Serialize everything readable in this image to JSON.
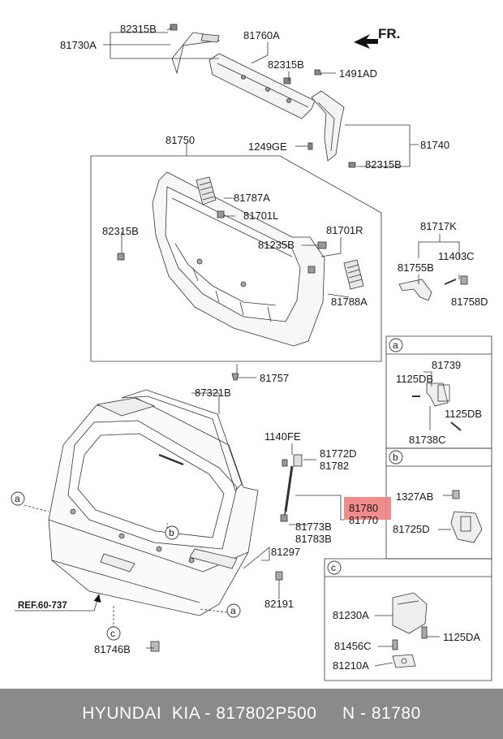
{
  "direction": "FR.",
  "reference": "REF.60-737",
  "highlight_color": "#f08080",
  "parts": {
    "p81730A": "81730A",
    "p82315B_a": "82315B",
    "p81760A": "81760A",
    "p82315B_b": "82315B",
    "p1491AD": "1491AD",
    "p1249GE": "1249GE",
    "p82315B_c": "82315B",
    "p81740": "81740",
    "p81750": "81750",
    "p81787A": "81787A",
    "p81701L": "81701L",
    "p82315B_d": "82315B",
    "p81701R": "81701R",
    "p81235B": "81235B",
    "p81788A": "81788A",
    "p81757": "81757",
    "p81717K": "81717K",
    "p11403C": "11403C",
    "p81755B": "81755B",
    "p81758D": "81758D",
    "p87321B": "87321B",
    "p1140FE": "1140FE",
    "p81772D": "81772D",
    "p81782": "81782",
    "p81780": "81780",
    "p81770": "81770",
    "p81773B": "81773B",
    "p81783B": "81783B",
    "p81297": "81297",
    "p82191": "82191",
    "p81746B": "81746B",
    "p81739": "81739",
    "p1125DB_a": "1125DB",
    "p1125DB_b": "1125DB",
    "p81738C": "81738C",
    "p1327AB": "1327AB",
    "p81725D": "81725D",
    "p81230A": "81230A",
    "p1125DA": "1125DA",
    "p81456C": "81456C",
    "p81210A": "81210A"
  },
  "callouts": {
    "a": "a",
    "b": "b",
    "c": "c"
  },
  "footer": {
    "text": "HYUNDAI  KIA - 817802P500     N - 81780"
  }
}
